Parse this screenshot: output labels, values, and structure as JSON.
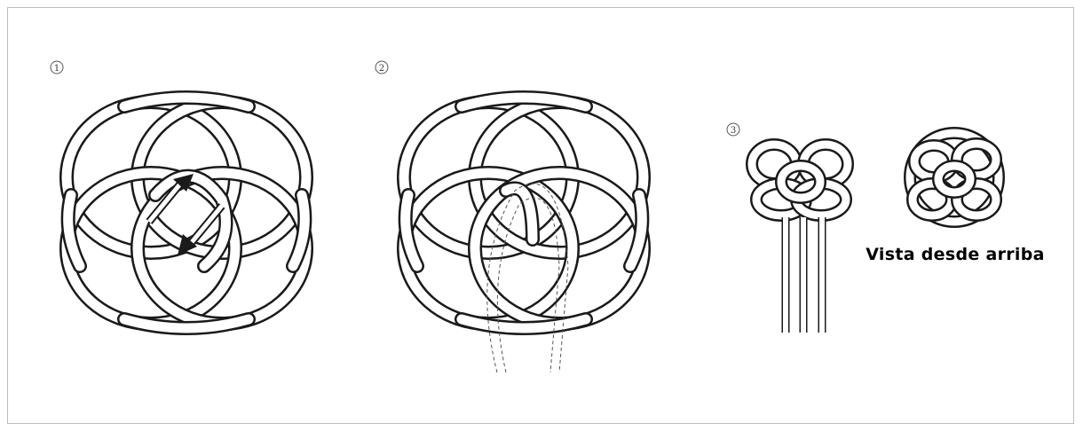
{
  "steps": [
    {
      "label": "1"
    },
    {
      "label": "2"
    },
    {
      "label": "3"
    }
  ],
  "caption": "Vista desde arriba",
  "colors": {
    "line": "#1a1a1a",
    "fill": "#ffffff",
    "frame": "#bdbdbd"
  }
}
